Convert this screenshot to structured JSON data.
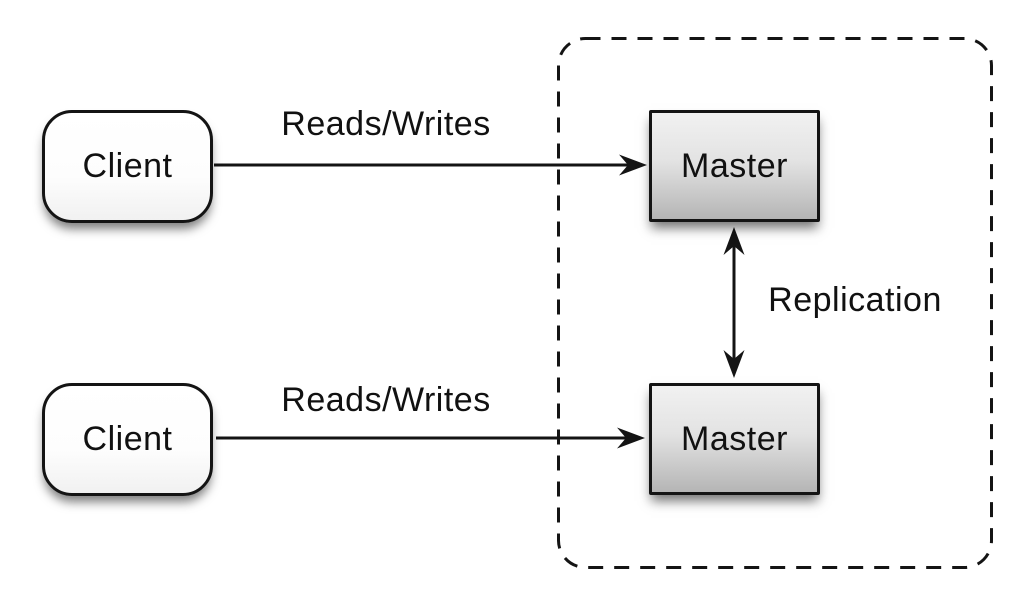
{
  "diagram": {
    "background": "#ffffff",
    "stroke_color": "#141414",
    "boundary": {
      "name": "replication-group",
      "style": "dashed-rounded-rectangle"
    },
    "nodes": {
      "client_top": {
        "label": "Client",
        "shape": "rounded-rectangle",
        "fill": "#ffffff"
      },
      "client_bottom": {
        "label": "Client",
        "shape": "rounded-rectangle",
        "fill": "#ffffff"
      },
      "master_top": {
        "label": "Master",
        "shape": "rectangle",
        "fill_gradient_top": "#f1f1f1",
        "fill_gradient_bottom": "#b5b5b5"
      },
      "master_bottom": {
        "label": "Master",
        "shape": "rectangle",
        "fill_gradient_top": "#f1f1f1",
        "fill_gradient_bottom": "#b5b5b5"
      }
    },
    "edges": {
      "reads_writes_top": {
        "label": "Reads/Writes",
        "from": "client_top",
        "to": "master_top",
        "direction": "one-way"
      },
      "reads_writes_bottom": {
        "label": "Reads/Writes",
        "from": "client_bottom",
        "to": "master_bottom",
        "direction": "one-way"
      },
      "replication": {
        "label": "Replication",
        "from": "master_top",
        "to": "master_bottom",
        "direction": "two-way"
      }
    }
  }
}
